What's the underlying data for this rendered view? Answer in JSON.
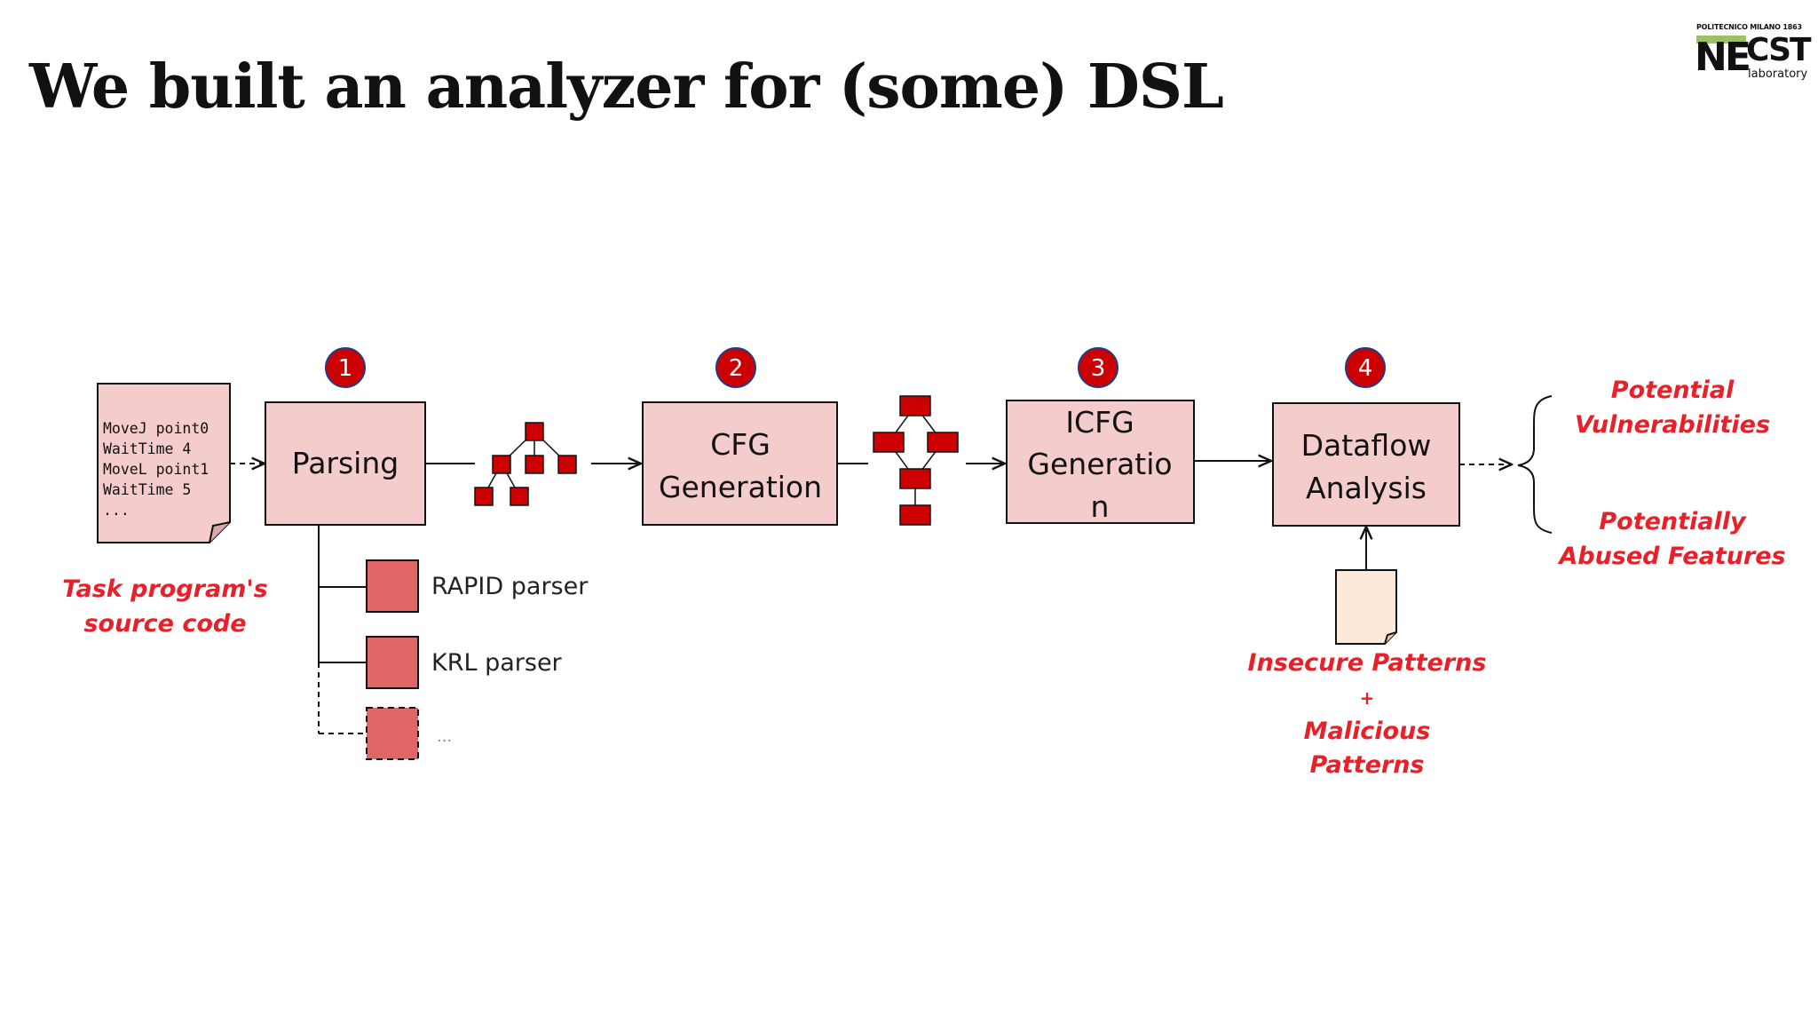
{
  "slide": {
    "title": "We built an analyzer for (some) DSL"
  },
  "logo": {
    "top": "POLITECNICO MILANO 1863",
    "left": "NE",
    "right": "CST",
    "sub": "laboratory"
  },
  "source_file": {
    "lines": [
      "MoveJ point0",
      "WaitTime 4",
      "MoveL point1",
      "WaitTime 5",
      "..."
    ],
    "caption": [
      "Task program's",
      "source code"
    ]
  },
  "steps": [
    {
      "number": "1",
      "lines": [
        "Parsing"
      ]
    },
    {
      "number": "2",
      "lines": [
        "CFG",
        "Generation"
      ]
    },
    {
      "number": "3",
      "lines": [
        "ICFG",
        "Generatio",
        "n"
      ]
    },
    {
      "number": "4",
      "lines": [
        "Dataflow",
        "Analysis"
      ]
    }
  ],
  "parsers": [
    {
      "label": "RAPID parser"
    },
    {
      "label": "KRL parser"
    },
    {
      "label": "..."
    }
  ],
  "patterns_caption": [
    "Insecure Patterns",
    "+",
    "Malicious",
    "Patterns"
  ],
  "outputs": [
    {
      "lines": [
        "Potential",
        "Vulnerabilities"
      ]
    },
    {
      "lines": [
        "Potentially",
        "Abused Features"
      ]
    }
  ],
  "colors": {
    "box_fill": "#f4cccc",
    "node_fill": "#cc0000",
    "badge_fill": "#cc0000",
    "badge_stroke": "#1f3c88",
    "note_red": "#e8202a",
    "parser_fill": "#e06666",
    "doc_fill": "#f4cccc",
    "patterns_doc_fill": "#fde9d9"
  }
}
